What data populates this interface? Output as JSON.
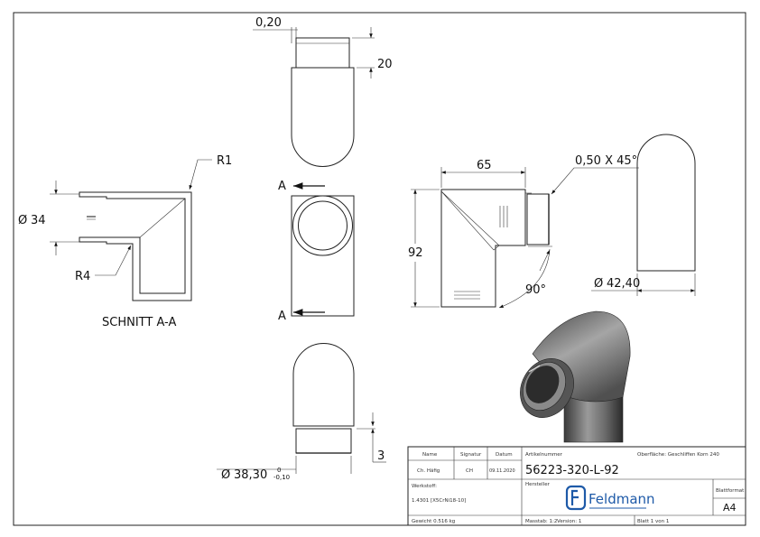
{
  "drawing": {
    "dimensions": {
      "collar_offset": "0,20",
      "collar_height": "20",
      "radius_outer": "R1",
      "radius_inner": "R4",
      "inner_diameter": "34",
      "section_label": "SCHNITT A-A",
      "section_marker": "A",
      "width": "65",
      "height": "92",
      "chamfer": "0,50 X 45°",
      "angle": "90°",
      "outer_diameter": "42,40",
      "collar_diameter": "38,30",
      "tol_upper": "0",
      "tol_lower": "-0,10",
      "collar_step": "3",
      "diameter_symbol": "Ø"
    }
  },
  "title_block": {
    "name_label": "Name",
    "signature_label": "Signatur",
    "date_label": "Datum",
    "name": "Ch. Häfig",
    "signature": "CH",
    "date": "09.11.2020",
    "article_label": "Artikelnummer",
    "surface": "Oberfläche:  Geschliffen Korn 240",
    "article_number": "56223-320-L-92",
    "material_label": "Werkstoff:",
    "material": "1.4301 [X5CrNi18-10]",
    "manufacturer_label": "Hersteller",
    "logo_text": "Feldmann",
    "format_label": "Blattformat",
    "format": "A4",
    "weight": "Gewicht 0.516 kg",
    "scale": "Masstab: 1:2",
    "version": "Version: 1",
    "sheet": "Blatt 1 von 1"
  },
  "colors": {
    "logo": "#1e5aa8",
    "line": "#222222"
  }
}
